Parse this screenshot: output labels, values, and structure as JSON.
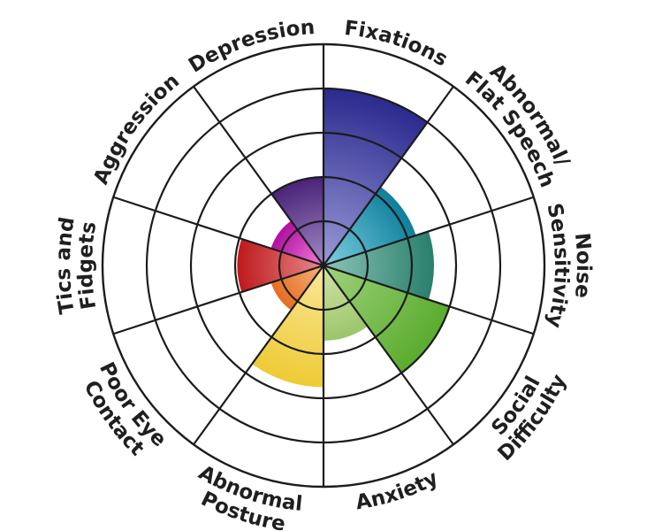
{
  "chart_data": {
    "type": "polar-area",
    "title": "",
    "scale_max": 5,
    "rings": 5,
    "grid": true,
    "start": "top",
    "direction": "clockwise",
    "categories": [
      "Fixations",
      "Abnormal/ Flat Speech",
      "Noise Sensitivity",
      "Social Difficulty",
      "Anxiety",
      "Abnormal Posture",
      "Poor Eye Contact",
      "Tics and Fidgets",
      "Aggression",
      "Depression"
    ],
    "label_lines": [
      [
        "Fixations"
      ],
      [
        "Abnormal/",
        "Flat Speech"
      ],
      [
        "Noise",
        "Sensitivity"
      ],
      [
        "Social",
        "Difficulty"
      ],
      [
        "Anxiety"
      ],
      [
        "Abnormal",
        "Posture"
      ],
      [
        "Poor Eye",
        "Contact"
      ],
      [
        "Tics and",
        "Fidgets"
      ],
      [
        "Aggression"
      ],
      [
        "Depression"
      ]
    ],
    "values": [
      4.0,
      2.2,
      2.5,
      3.0,
      1.7,
      2.75,
      1.25,
      1.95,
      1.25,
      2.0
    ],
    "colors": [
      {
        "inner": "#9a9ad8",
        "outer": "#2b2a8e"
      },
      {
        "inner": "#7fd0e2",
        "outer": "#0f7f9c"
      },
      {
        "inner": "#8cc4b8",
        "outer": "#2a7f6c"
      },
      {
        "inner": "#9fd27c",
        "outer": "#5aac2e"
      },
      {
        "inner": "#d2e3a8",
        "outer": "#9cc66a"
      },
      {
        "inner": "#fbe69a",
        "outer": "#eecb35"
      },
      {
        "inner": "#f7b27c",
        "outer": "#e46e22"
      },
      {
        "inner": "#e88a8a",
        "outer": "#bf1a1d"
      },
      {
        "inner": "#f27fd7",
        "outer": "#b00fa0"
      },
      {
        "inner": "#a08cc4",
        "outer": "#4a2378"
      }
    ]
  }
}
